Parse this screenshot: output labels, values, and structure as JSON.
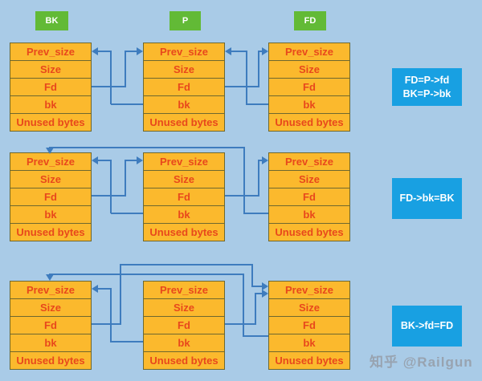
{
  "colors": {
    "background": "#A9CBE7",
    "chunk_fill": "#FBB92D",
    "chunk_border": "#6E682F",
    "chunk_text": "#E8481C",
    "label_green": "#62BA36",
    "annotation_blue": "#18A0E2",
    "line_blue": "#3E7CBE",
    "watermark_gray": "#98A3B0"
  },
  "pointer_labels": [
    {
      "id": "bk",
      "text": "BK"
    },
    {
      "id": "p",
      "text": "P"
    },
    {
      "id": "fd",
      "text": "FD"
    }
  ],
  "chunk_fields": [
    "Prev_size",
    "Size",
    "Fd",
    "bk",
    "Unused bytes"
  ],
  "annotations": [
    {
      "id": "step1",
      "lines": [
        "FD=P->fd",
        "BK=P->bk"
      ]
    },
    {
      "id": "step2",
      "lines": [
        "FD->bk=BK"
      ]
    },
    {
      "id": "step3",
      "lines": [
        "BK->fd=FD"
      ]
    }
  ],
  "watermark": "知乎 @Railgun"
}
